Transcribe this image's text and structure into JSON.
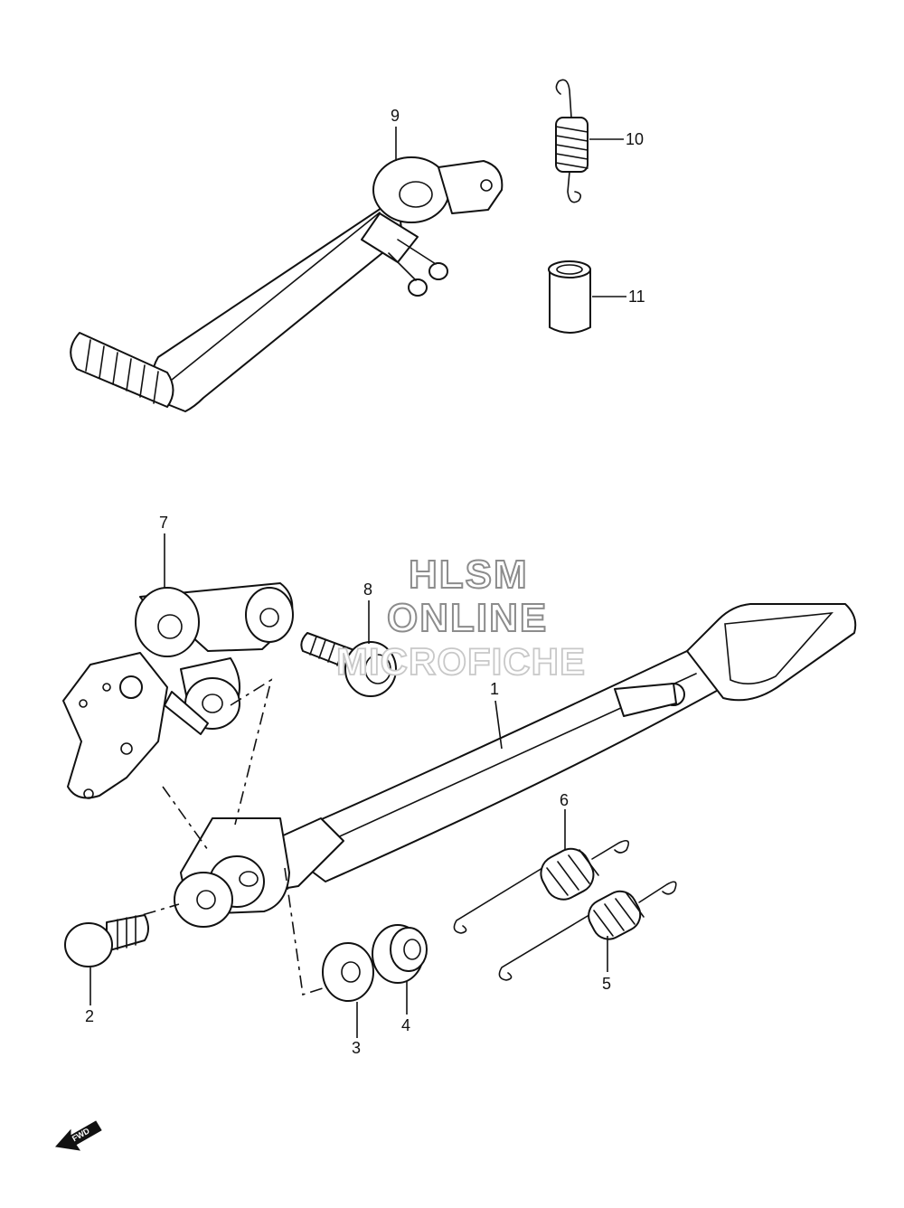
{
  "callouts": {
    "p1": "1",
    "p2": "2",
    "p3": "3",
    "p4": "4",
    "p5": "5",
    "p6": "6",
    "p7": "7",
    "p8": "8",
    "p9": "9",
    "p10": "10",
    "p11": "11"
  },
  "watermark": {
    "line1": "HLSM",
    "line2": "ONLINE",
    "line3": "MICROFICHE"
  },
  "fwd_label": "FWD"
}
